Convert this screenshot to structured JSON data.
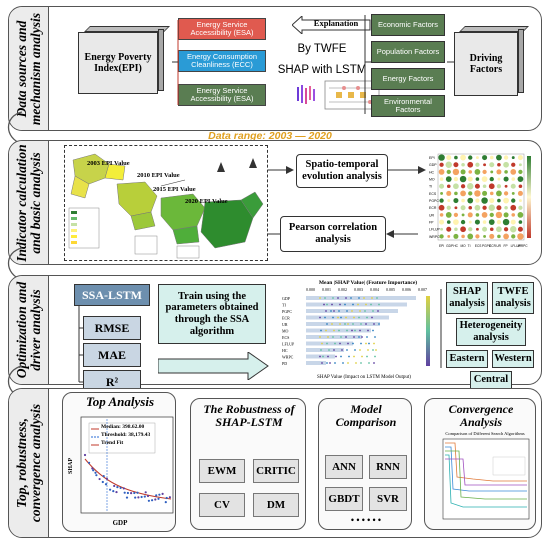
{
  "sections": {
    "s1": "Data sources and mechanism analysis",
    "s2": "Indicator calculation and basic analysis",
    "s3": "Optimization and driver analysis",
    "s4": "Top, robustness, convergence analysis"
  },
  "row1": {
    "epi": "Energy Poverty Index(EPI)",
    "esa1": "Energy Service Accessibility (ESA)",
    "ecc": "Energy Consumption Cleanliness (ECC)",
    "esa2": "Energy Service Accessibility (ESA)",
    "explanation": "Explanation",
    "by_twfe": "By TWFE",
    "shap_lstm": "SHAP with LSTM",
    "factors": [
      "Economic Factors",
      "Population Factors",
      "Energy Factors",
      "Environmental Factors"
    ],
    "driving": "Driving Factors"
  },
  "data_range": "Data range: 2003 — 2020",
  "row2": {
    "map_labels": [
      "2003 EPI Value",
      "2010 EPI Value",
      "2015 EPI Value",
      "2020 EPI Value"
    ],
    "spatio": "Spatio-temporal evolution analysis",
    "pearson": "Pearson correlation analysis",
    "corr_vars": [
      "EPI",
      "GDP",
      "HC",
      "MO",
      "TI",
      "ECS",
      "PGPC",
      "ECR",
      "UR",
      "FP",
      "LFLUP",
      "WRPC"
    ]
  },
  "row3": {
    "ssa": "SSA-LSTM",
    "metrics": [
      "RMSE",
      "MAE",
      "R²"
    ],
    "train": "Train using the parameters obtained through the SSA algorithm",
    "shap_title": "Mean |SHAP Value| (Feature Importance)",
    "shap_xlabel": "SHAP Value (Impact on LSTM Model Output)",
    "shap_features": [
      "GDP",
      "TI",
      "PGPC",
      "ECR",
      "UR",
      "MO",
      "ECS",
      "LFLUP",
      "HC",
      "WRPC",
      "PD"
    ],
    "shap_ticks": [
      "0.000",
      "0.001",
      "0.002",
      "0.003",
      "0.004",
      "0.005",
      "0.006",
      "0.007"
    ],
    "right": [
      "SHAP analysis",
      "TWFE analysis",
      "Heterogeneity analysis",
      "Eastern",
      "Western",
      "Central"
    ]
  },
  "row4": {
    "top_title": "Top Analysis",
    "legend": [
      "Median: 398.62.00",
      "Threshold: 38,179.43",
      "Trend Fit"
    ],
    "top_xlabel": "GDP",
    "top_ylabel": "SHAP",
    "robust_title": "The Robustness of SHAP-LSTM",
    "robust_items": [
      "EWM",
      "CRITIC",
      "CV",
      "DM"
    ],
    "model_title": "Model Comparison",
    "model_items": [
      "ANN",
      "RNN",
      "GBDT",
      "SVR"
    ],
    "dots": "• • • • • •",
    "conv_title": "Convergence Analysis",
    "conv_sub": "Comparison of Different Search Algorithms"
  }
}
